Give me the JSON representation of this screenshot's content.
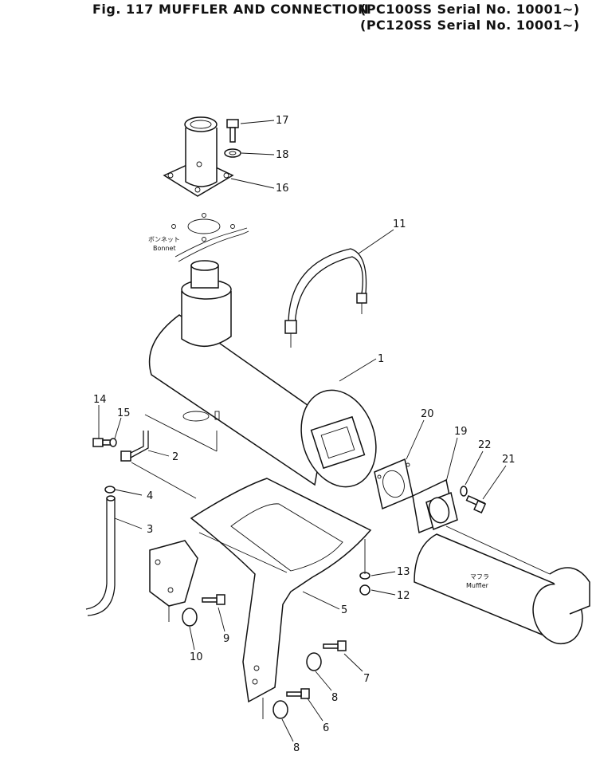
{
  "header": {
    "figure_title": "Fig. 117   MUFFLER AND CONNECTION",
    "serial_line_1": "(PC100SS Serial No. 10001~)",
    "serial_line_2": "(PC120SS Serial No. 10001~)"
  },
  "labels": {
    "bonnet_jp": "ボンネット",
    "bonnet_en": "Bonnet",
    "muffler_jp": "マフラ",
    "muffler_en": "Muffler"
  },
  "callouts": [
    "17",
    "18",
    "16",
    "11",
    "1",
    "14",
    "15",
    "2",
    "4",
    "3",
    "20",
    "19",
    "22",
    "21",
    "13",
    "12",
    "5",
    "9",
    "10",
    "7",
    "8",
    "6",
    "8"
  ]
}
